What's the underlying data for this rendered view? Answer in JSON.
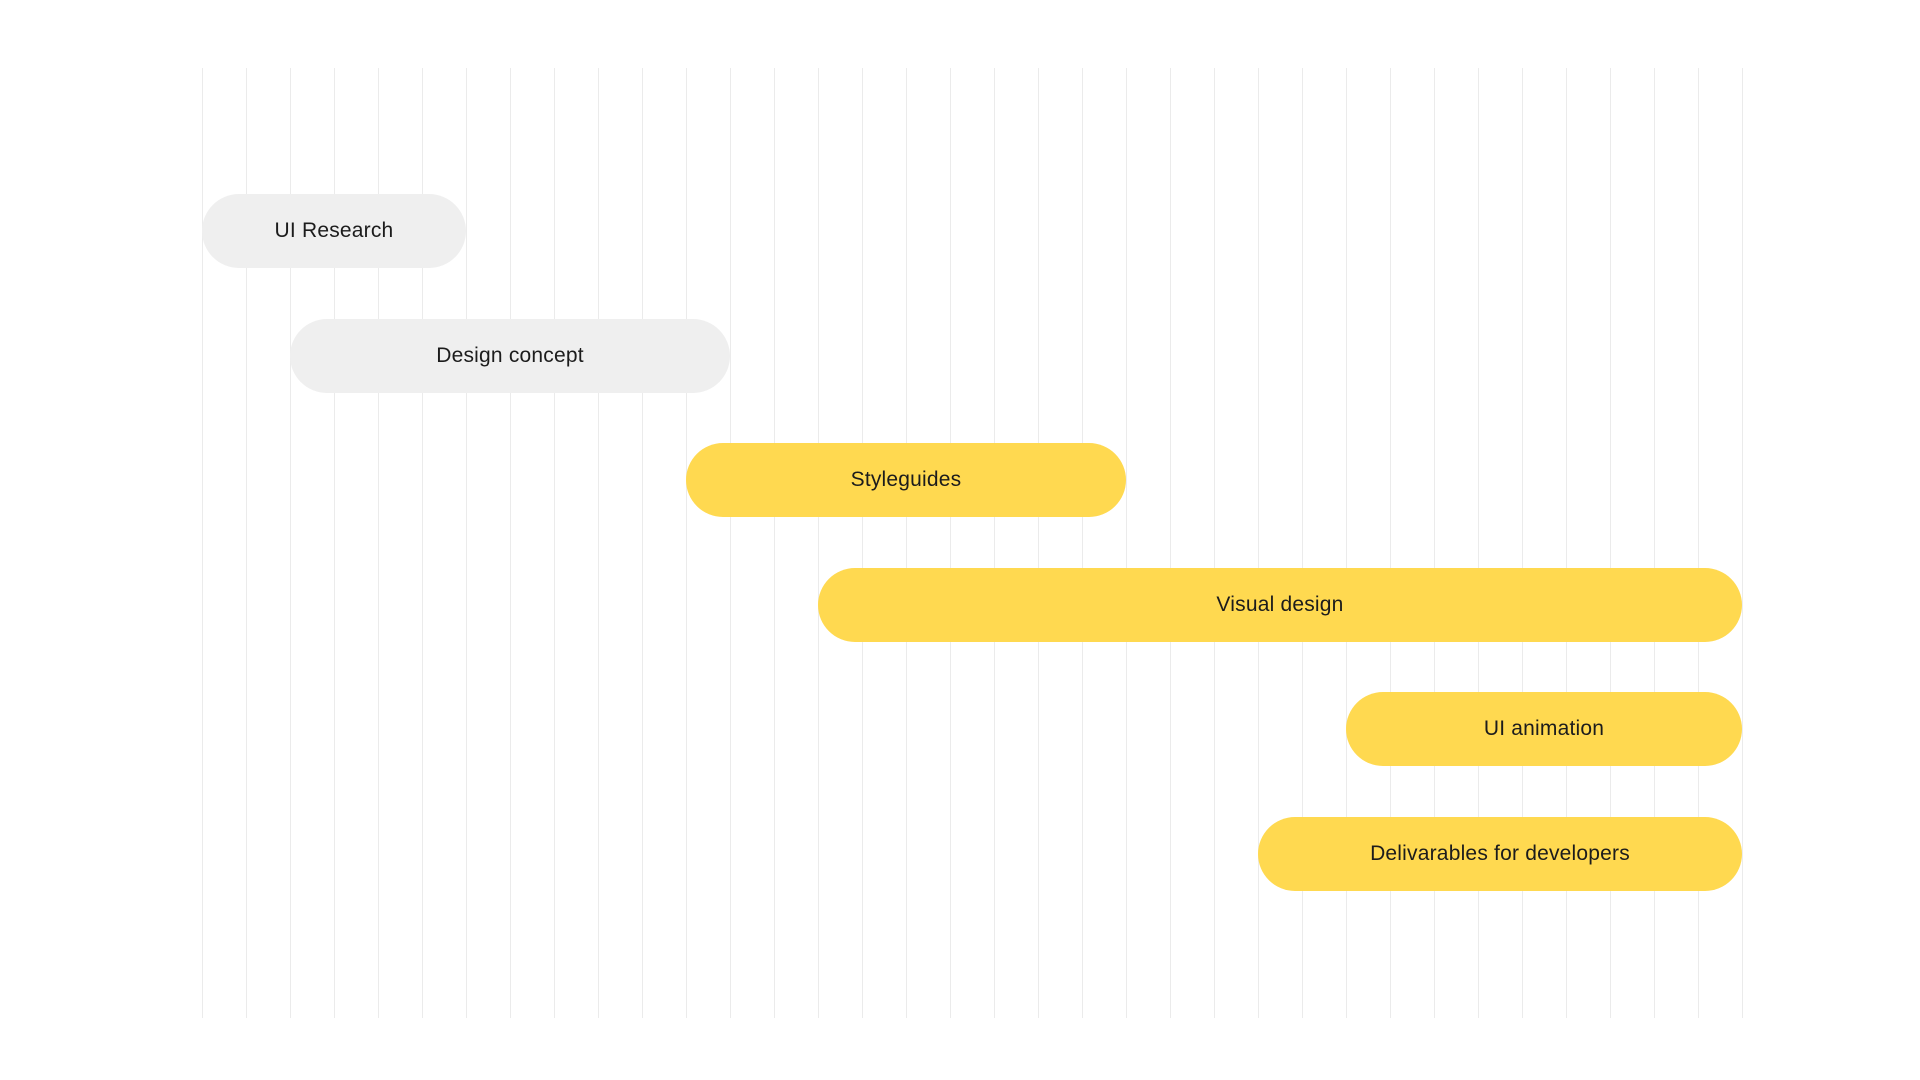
{
  "chart_data": {
    "type": "bar",
    "subtype": "gantt-timeline",
    "title": "",
    "xlabel": "",
    "ylabel": "",
    "grid": {
      "columns": 36,
      "vertical_gridlines": true,
      "gridline_color": "#ebebeb"
    },
    "x_axis": {
      "min": 0,
      "max": 35,
      "tick_labels": []
    },
    "legend": null,
    "colors": {
      "completed_bar": "#EFEFEF",
      "highlight_bar": "#FFD950",
      "text": "#1C1C1C",
      "background": "#FFFFFF"
    },
    "tasks": [
      {
        "label": "UI Research",
        "start": 0,
        "end": 6,
        "color": "#EFEFEF"
      },
      {
        "label": "Design concept",
        "start": 2,
        "end": 12,
        "color": "#EFEFEF"
      },
      {
        "label": "Styleguides",
        "start": 11,
        "end": 21,
        "color": "#FFD950"
      },
      {
        "label": "Visual design",
        "start": 14,
        "end": 35,
        "color": "#FFD950"
      },
      {
        "label": "UI animation",
        "start": 26,
        "end": 35,
        "color": "#FFD950"
      },
      {
        "label": "Delivarables for developers",
        "start": 24,
        "end": 35,
        "color": "#FFD950"
      }
    ]
  }
}
